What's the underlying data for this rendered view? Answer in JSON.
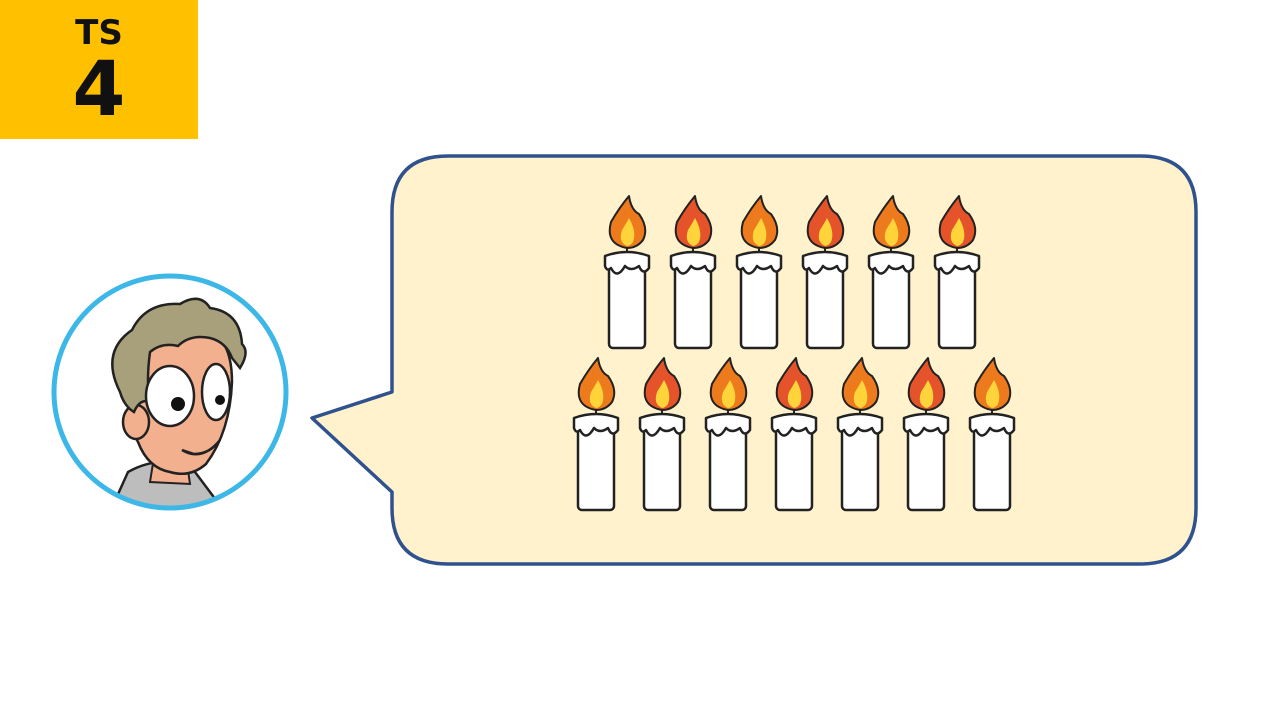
{
  "badge": {
    "label": "TS",
    "number": "4",
    "color": "#FFC000"
  },
  "avatar": {
    "icon": "cartoon-boy-avatar-icon",
    "ring_color": "#3DB7E8"
  },
  "speech_bubble": {
    "fill_color": "#FFF2CC",
    "border_color": "#2F528F",
    "rows": [
      {
        "candle_count": 6
      },
      {
        "candle_count": 7
      }
    ]
  }
}
